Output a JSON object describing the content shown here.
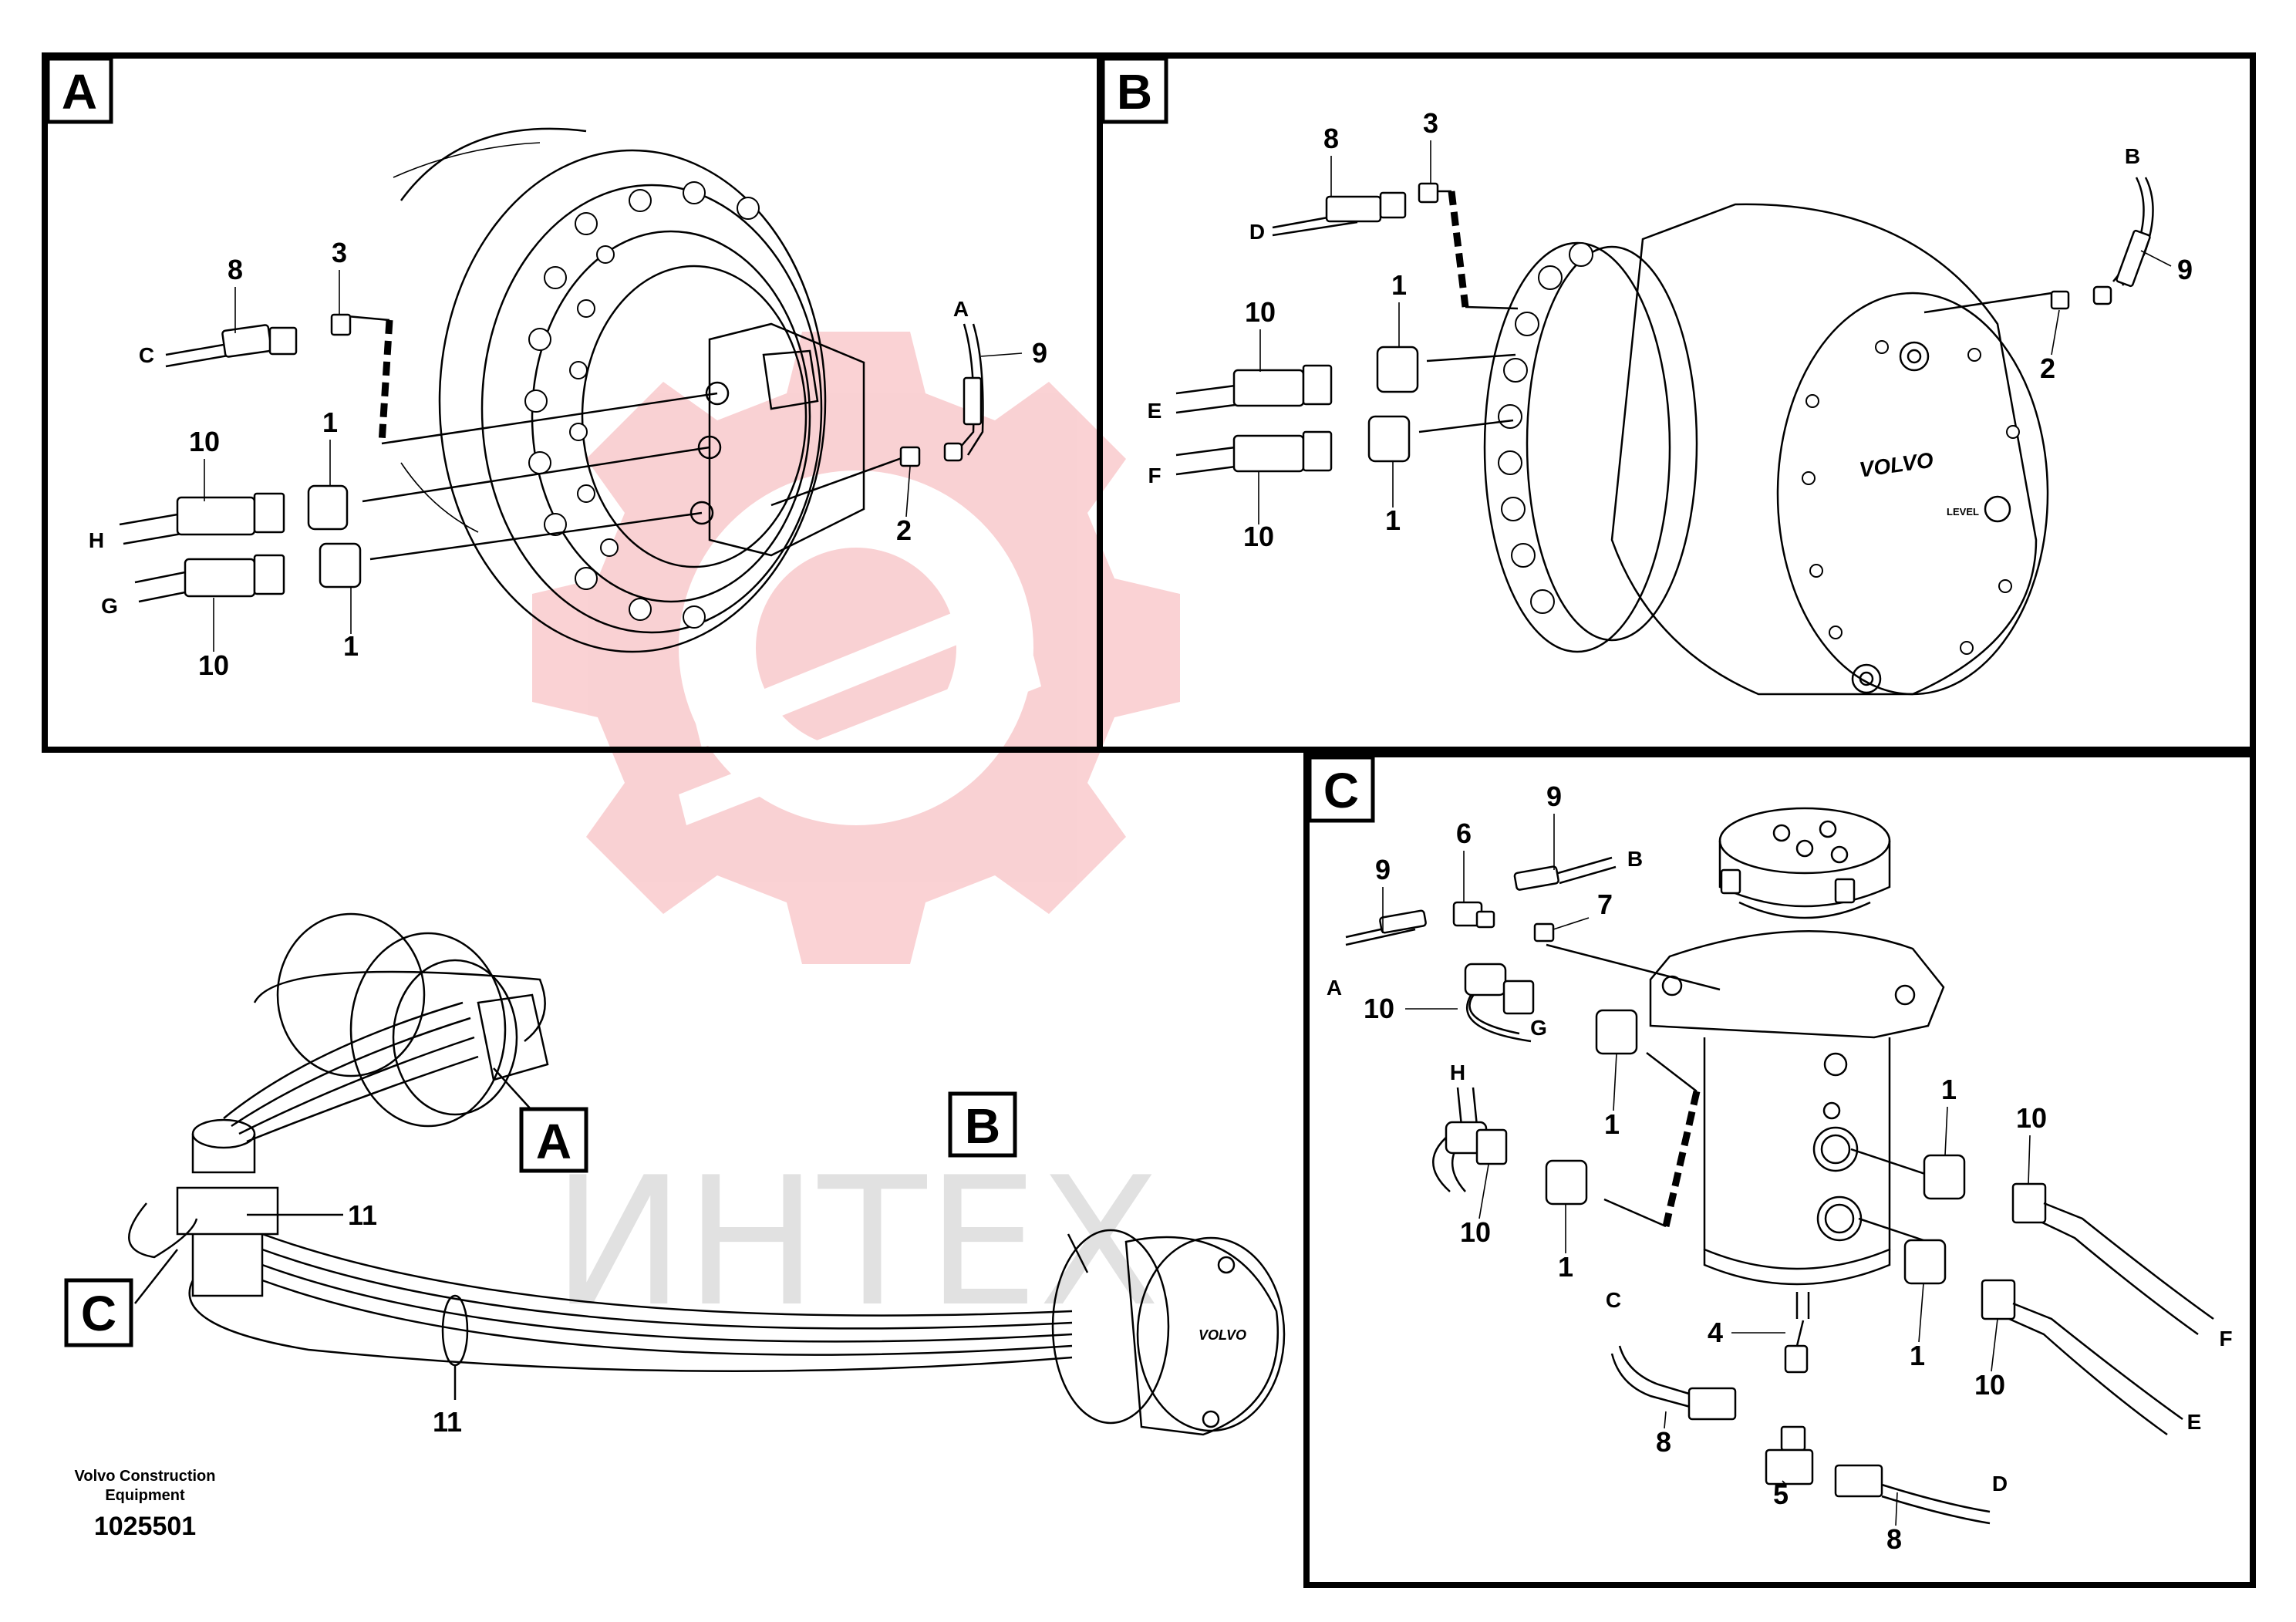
{
  "document": {
    "company_line1": "Volvo Construction",
    "company_line2": "Equipment",
    "number": "1025501"
  },
  "panels": {
    "a": {
      "tag": "A",
      "refs": {
        "n8": "8",
        "n3": "3",
        "n10a": "10",
        "n1a": "1",
        "n1b": "1",
        "n10b": "10",
        "n2": "2",
        "n9": "9"
      },
      "letters": {
        "C": "C",
        "H": "H",
        "G": "G",
        "A": "A"
      }
    },
    "b": {
      "tag": "B",
      "refs": {
        "n8": "8",
        "n3": "3",
        "n1a": "1",
        "n10a": "10",
        "n10b": "10",
        "n1b": "1",
        "n2": "2",
        "n9": "9"
      },
      "letters": {
        "D": "D",
        "E": "E",
        "F": "F",
        "B": "B"
      },
      "housing_logo": "VOLVO",
      "level_label": "LEVEL"
    },
    "c": {
      "tag": "C",
      "refs": {
        "n9a": "9",
        "n6": "6",
        "n9b": "9",
        "n7": "7",
        "n10a": "10",
        "n1a": "1",
        "n10b": "10",
        "n1b": "1",
        "n1c": "1",
        "n10c": "10",
        "n1d": "1",
        "n10d": "10",
        "n4": "4",
        "n8a": "8",
        "n5": "5",
        "n8b": "8"
      },
      "letters": {
        "B": "B",
        "A": "A",
        "G": "G",
        "H": "H",
        "C": "C",
        "D": "D",
        "E": "E",
        "F": "F"
      }
    },
    "overview": {
      "tag_a": "A",
      "tag_b": "B",
      "tag_c": "C",
      "ref11a": "11",
      "ref11b": "11",
      "housing_logo": "VOLVO"
    }
  },
  "watermark": {
    "text": "ИНТЕХ",
    "color": "#e8323a"
  }
}
